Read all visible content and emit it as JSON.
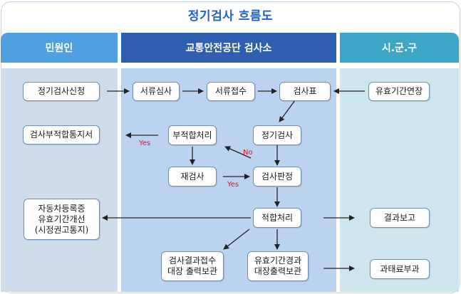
{
  "title": "정기검사 흐름도",
  "columns": {
    "applicant": "민원인",
    "agency": "교통안전공단 검사소",
    "city": "시.군.구"
  },
  "colors": {
    "title": "#1e63c4",
    "header_applicant": "#4fa0e3",
    "header_agency": "#2f5fb0",
    "header_city": "#3ba6c6",
    "body_applicant": "#cfdceb",
    "body_agency": "#bcd3f0",
    "body_city": "#cde6ee",
    "label_red": "#e0141e"
  },
  "nodes": {
    "apply": "정기검사신청",
    "doc_review": "서류심사",
    "doc_receipt": "서류접수",
    "inspection_sheet": "검사표",
    "extension": "유효기간연장",
    "fail_notice": "검사부적합통지서",
    "fail_process": "부적합처리",
    "regular_inspection": "정기검사",
    "reinspection": "재검사",
    "judgment": "검사판정",
    "registration_update": "자동차등록증\n유효기간개선\n(시정권고통지)",
    "pass_process": "적합처리",
    "result_report": "결과보고",
    "output_result": "검사결과접수\n대장 출력보관",
    "output_validity": "유효기간경과\n대장출력보관",
    "penalty": "과태료부과"
  },
  "labels": {
    "yes1": "Yes",
    "no": "No",
    "yes2": "Yes"
  }
}
